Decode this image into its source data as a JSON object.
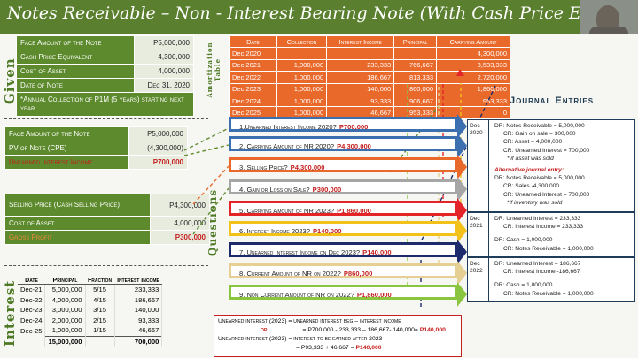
{
  "title": "Notes Receivable – Non - Interest Bearing Note (With Cash Price Equivalent)",
  "side_labels": {
    "given": "Given",
    "interest": "Interest",
    "questions": "Questions",
    "amortization": "Amortization Table"
  },
  "given": {
    "rows": [
      {
        "label": "Face Amount of the Note",
        "value": "P5,000,000"
      },
      {
        "label": "Cash Price Equivalent",
        "value": "4,300,000"
      },
      {
        "label": "Cost of Asset",
        "value": "4,000,000"
      },
      {
        "label": "Date of Note",
        "value": "Dec 31, 2020"
      }
    ],
    "note": "*Annual Collection of P1M (5 years) starting next year"
  },
  "amortization": {
    "headers": [
      "Date",
      "Collection",
      "Interest Income",
      "Principal",
      "Carrying Amount"
    ],
    "rows": [
      [
        "Dec 2020",
        "",
        "",
        "",
        "4,300,000"
      ],
      [
        "Dec 2021",
        "1,000,000",
        "233,333",
        "766,667",
        "3,533,333"
      ],
      [
        "Dec 2022",
        "1,000,000",
        "186,667",
        "813,333",
        "2,720,000"
      ],
      [
        "Dec 2023",
        "1,000,000",
        "140,000",
        "860,000",
        "1,860,000"
      ],
      [
        "Dec 2024",
        "1,000,000",
        "93,333",
        "906,667",
        "953,333"
      ],
      [
        "Dec 2025",
        "1,000,000",
        "46,667",
        "953,333",
        "0"
      ]
    ]
  },
  "pv_table": {
    "rows": [
      {
        "label": "Face Amount of the Note",
        "value": "P5,000,000"
      },
      {
        "label": "PV of Note (CPE)",
        "value": "(4,300,000)"
      },
      {
        "label": "Unearned Interest Income",
        "value": "P700,000"
      }
    ]
  },
  "profit_table": {
    "rows": [
      {
        "label": "Selling Price (Cash Selling Price)",
        "value": "P4,300,000"
      },
      {
        "label": "Cost of Asset",
        "value": "4,000,000"
      },
      {
        "label": "Gross Profit",
        "value": "P300,000"
      }
    ]
  },
  "questions": [
    {
      "text": "1.Unearned Interest Income 2020?",
      "answer": "P700,000",
      "color": "#3b6fb0"
    },
    {
      "text": "2. Carrying Amount of NR 2020?",
      "answer": "P4,300,000",
      "color": "#3b6fb0"
    },
    {
      "text": "3. Selling Price?",
      "answer": "P4,300,000",
      "color": "#e9692b"
    },
    {
      "text": "4. Gain or Loss on Sale?",
      "answer": "P300,000",
      "color": "#a6a6a6"
    },
    {
      "text": "5. Carrying Amount of NR 2023?",
      "answer": "P1,860,000",
      "color": "#e3252a"
    },
    {
      "text": "6. Interest Income 2023?",
      "answer": "P140,000",
      "color": "#f2c21b"
    },
    {
      "text": "7. Unearned Interest Income on Dec 2023?",
      "answer": "P140,000",
      "color": "#1d2a6b"
    },
    {
      "text": "8. Current Amount of NR on 2022?",
      "answer": "P860,000",
      "color": "#e6cf92"
    },
    {
      "text": "9. Non Current Amount of NR on 2022?",
      "answer": "P1,860,000",
      "color": "#8ac53f"
    }
  ],
  "journal": {
    "title": "Journal Entries",
    "entries": [
      {
        "date": "Dec 2020",
        "lines": [
          {
            "t": "DR: Notes Receivable = 5,000,000",
            "s": ""
          },
          {
            "t": "CR: Gain on sale        = 300,000",
            "s": ""
          },
          {
            "t": "CR: Asset                  = 4,000,000",
            "s": ""
          },
          {
            "t": "CR: Unearned Interest = 700,000",
            "s": ""
          },
          {
            "t": "* if asset was sold",
            "s": "it"
          },
          {
            "t": "Alternative journal entry:",
            "s": "red"
          },
          {
            "t": "DR: Notes Receivable = 5,000,000",
            "s": ""
          },
          {
            "t": "CR: Sales                    -4,300,000",
            "s": ""
          },
          {
            "t": "CR: Unearned Interest = 700,000",
            "s": ""
          },
          {
            "t": "*If inventory was sold",
            "s": "it"
          }
        ]
      },
      {
        "date": "Dec 2021",
        "lines": [
          {
            "t": "DR: Unearned Interest = 233,333",
            "s": ""
          },
          {
            "t": "CR: Interest Income         = 233,333",
            "s": ""
          },
          {
            "t": "DR: Cash = 1,000,000",
            "s": ""
          },
          {
            "t": "CR: Notes Receivable = 1,000,000",
            "s": ""
          }
        ]
      },
      {
        "date": "Dec 2022",
        "lines": [
          {
            "t": "DR: Unearned Interest = 186,667",
            "s": ""
          },
          {
            "t": "CR: Interest Income        -186,667",
            "s": ""
          },
          {
            "t": "DR: Cash = 1,000,000",
            "s": ""
          },
          {
            "t": "CR: Notes Receivable = 1,000,000",
            "s": ""
          }
        ]
      }
    ]
  },
  "interest_table": {
    "headers": [
      "Date",
      "Principal",
      "Fraction",
      "Interest Income"
    ],
    "rows": [
      [
        "Dec-21",
        "5,000,000",
        "5/15",
        "233,333"
      ],
      [
        "Dec-22",
        "4,000,000",
        "4/15",
        "186,667"
      ],
      [
        "Dec-23",
        "3,000,000",
        "3/15",
        "140,000"
      ],
      [
        "Dec-24",
        "2,000,000",
        "2/15",
        "93,333"
      ],
      [
        "Dec-25",
        "1,000,000",
        "1/15",
        "46,667"
      ]
    ],
    "total_principal": "15,000,000",
    "total_interest": "700,000"
  },
  "formula": {
    "line1": "Unearned interest (2023) = unearned interest beg – interest income",
    "or1": "or",
    "line2": "= P700,000 - 233,333 – 186,667- 140,000=",
    "line2_ans": "P140,000",
    "line3": "Unearned interest (2023) = interest to be earned after 2023",
    "line4": "= P93,333 + 46,667 =",
    "line4_ans": "P140,000"
  }
}
